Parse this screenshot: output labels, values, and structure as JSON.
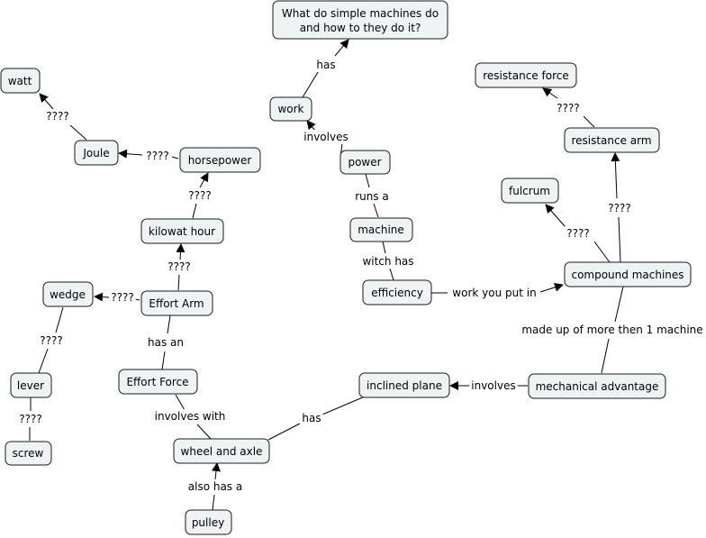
{
  "nodes": {
    "question": [
      "What do simple machines do",
      "and how to they do it?"
    ],
    "work": "work",
    "power": "power",
    "machine": "machine",
    "efficiency": "efficiency",
    "compound": "compound machines",
    "resistance_force": "resistance force",
    "resistance_arm": "resistance arm",
    "fulcrum": "fulcrum",
    "mech_adv": "mechanical advantage",
    "inclined_plane": "inclined plane",
    "wheel_axle": "wheel and axle",
    "pulley": "pulley",
    "effort_force": "Effort Force",
    "effort_arm": "Effort Arm",
    "kilowat_hour": "kilowat hour",
    "horsepower": "horsepower",
    "joule": "Joule",
    "watt": "watt",
    "wedge": "wedge",
    "lever": "lever",
    "screw": "screw"
  },
  "links": {
    "has": "has",
    "involves": "involves",
    "runs_a": "runs a",
    "witch_has": "witch has",
    "work_you_put_in": "work you put in",
    "q1": "????",
    "q2": "????",
    "q3": "????",
    "made_up": "made up of more then 1 machine",
    "involves2": "involves",
    "has2": "has",
    "involves_with": "involves with",
    "also_has_a": "also has a",
    "has_an": "has an",
    "q4": "????",
    "q5": "????",
    "q6": "????",
    "q7": "????",
    "q8": "????",
    "q9": "????",
    "q10": "????"
  }
}
